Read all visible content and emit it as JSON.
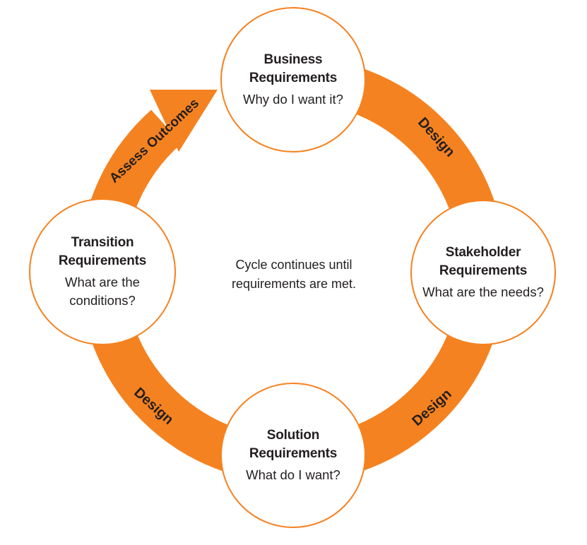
{
  "colors": {
    "accent": "#f58220",
    "text": "#231f20",
    "arrow_label": "#231f20"
  },
  "nodes": {
    "business": {
      "title_line1": "Business",
      "title_line2": "Requirements",
      "subtitle": "Why do I want it?"
    },
    "stakeholder": {
      "title_line1": "Stakeholder",
      "title_line2": "Requirements",
      "subtitle": "What are the needs?"
    },
    "solution": {
      "title_line1": "Solution",
      "title_line2": "Requirements",
      "subtitle": "What do I want?"
    },
    "transition": {
      "title_line1": "Transition",
      "title_line2": "Requirements",
      "subtitle_line1": "What are the",
      "subtitle_line2": "conditions?"
    }
  },
  "center_note": {
    "line1": "Cycle continues until",
    "line2": "requirements are met."
  },
  "arcs": {
    "business_to_stakeholder": "Design",
    "stakeholder_to_solution": "Design",
    "solution_to_transition": "Design",
    "transition_to_business": "Assess Outcomes"
  }
}
